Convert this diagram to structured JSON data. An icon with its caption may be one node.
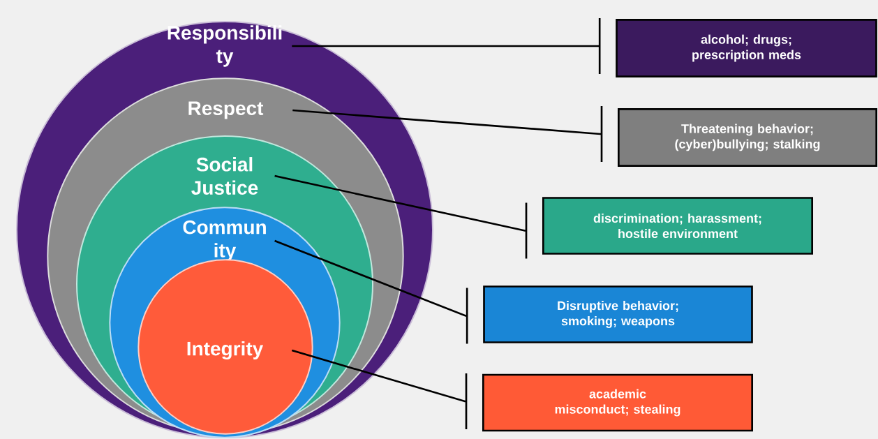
{
  "diagram": {
    "nodes": [
      {
        "text": [
          "Responsibili ty"
        ]
      },
      {
        "text": [
          "Respect"
        ],
        "in": 0
      },
      {
        "text": [
          "Social Justice"
        ],
        "in": 1
      },
      {
        "text": [
          "Commun ity"
        ],
        "in": 2
      },
      {
        "text": [
          "Integrity"
        ],
        "in": 3
      },
      {
        "text": [
          "alcohol; drugs; prescription meds"
        ]
      },
      {
        "text": [
          "Threatening behavior; (cyber)bullying; stalking"
        ]
      },
      {
        "text": [
          "discrimination; harassment; hostile environment"
        ]
      },
      {
        "text": [
          "Disruptive behavior; smoking; weapons"
        ]
      },
      {
        "text": [
          "academic misconduct; stealing"
        ]
      }
    ],
    "edges": [
      {
        "from": 0,
        "to": 5,
        "arrow": "none"
      },
      {
        "from": 1,
        "to": 6,
        "arrow": "none"
      },
      {
        "from": 2,
        "to": 7,
        "arrow": "none"
      },
      {
        "from": 3,
        "to": 8,
        "arrow": "none"
      },
      {
        "from": 4,
        "to": 9,
        "arrow": "none"
      }
    ]
  }
}
